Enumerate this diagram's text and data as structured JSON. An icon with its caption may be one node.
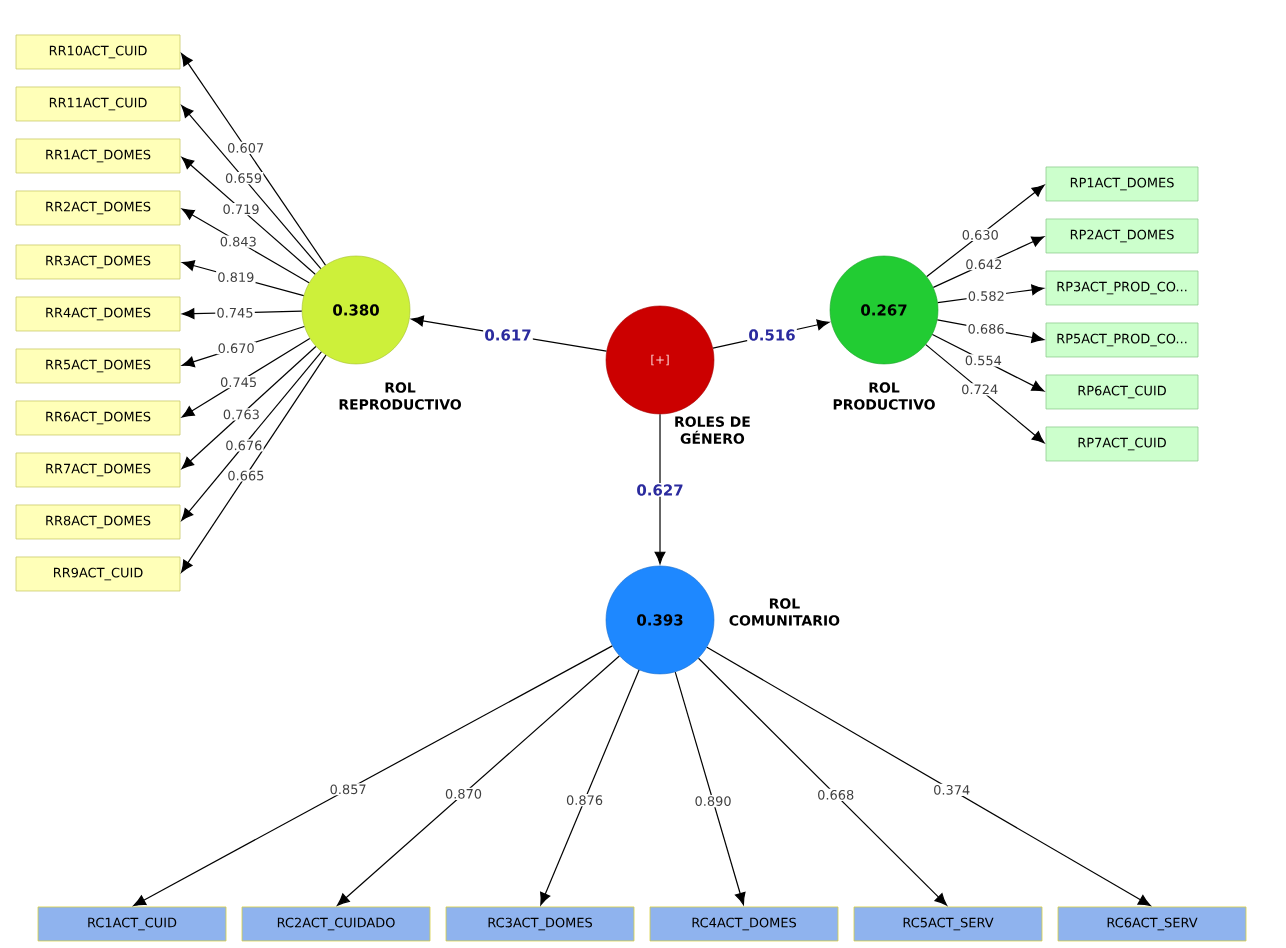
{
  "diagram": {
    "nodes": [
      {
        "text": [
          "[+]",
          "ROLES DE GÉNERO"
        ]
      },
      {
        "text": [
          "0.380",
          "ROL REPRODUCTIVO"
        ]
      },
      {
        "text": [
          "0.267",
          "ROL PRODUCTIVO"
        ]
      },
      {
        "text": [
          "0.393",
          "ROL COMUNITARIO"
        ]
      },
      {
        "text": [
          "RR10ACT_CUID"
        ]
      },
      {
        "text": [
          "RR11ACT_CUID"
        ]
      },
      {
        "text": [
          "RR1ACT_DOMES"
        ]
      },
      {
        "text": [
          "RR2ACT_DOMES"
        ]
      },
      {
        "text": [
          "RR3ACT_DOMES"
        ]
      },
      {
        "text": [
          "RR4ACT_DOMES"
        ]
      },
      {
        "text": [
          "RR5ACT_DOMES"
        ]
      },
      {
        "text": [
          "RR6ACT_DOMES"
        ]
      },
      {
        "text": [
          "RR7ACT_DOMES"
        ]
      },
      {
        "text": [
          "RR8ACT_DOMES"
        ]
      },
      {
        "text": [
          "RR9ACT_CUID"
        ]
      },
      {
        "text": [
          "RP1ACT_DOMES"
        ]
      },
      {
        "text": [
          "RP2ACT_DOMES"
        ]
      },
      {
        "text": [
          "RP3ACT_PROD_CO..."
        ]
      },
      {
        "text": [
          "RP5ACT_PROD_CO..."
        ]
      },
      {
        "text": [
          "RP6ACT_CUID"
        ]
      },
      {
        "text": [
          "RP7ACT_CUID"
        ]
      },
      {
        "text": [
          "RC1ACT_CUID"
        ]
      },
      {
        "text": [
          "RC2ACT_CUIDADO"
        ]
      },
      {
        "text": [
          "RC3ACT_DOMES"
        ]
      },
      {
        "text": [
          "RC4ACT_DOMES"
        ]
      },
      {
        "text": [
          "RC5ACT_SERV"
        ]
      },
      {
        "text": [
          "RC6ACT_SERV"
        ]
      }
    ],
    "edges": [
      {
        "from": 0,
        "to": 1,
        "arrow": "to",
        "label": "0.617"
      },
      {
        "from": 0,
        "to": 2,
        "arrow": "to",
        "label": "0.516"
      },
      {
        "from": 0,
        "to": 3,
        "arrow": "to",
        "label": "0.627"
      },
      {
        "from": 1,
        "to": 4,
        "arrow": "to",
        "label": "0.607"
      },
      {
        "from": 1,
        "to": 5,
        "arrow": "to",
        "label": "0.659"
      },
      {
        "from": 1,
        "to": 6,
        "arrow": "to",
        "label": "0.719"
      },
      {
        "from": 1,
        "to": 7,
        "arrow": "to",
        "label": "0.843"
      },
      {
        "from": 1,
        "to": 8,
        "arrow": "to",
        "label": "0.819"
      },
      {
        "from": 1,
        "to": 9,
        "arrow": "to",
        "label": "0.745"
      },
      {
        "from": 1,
        "to": 10,
        "arrow": "to",
        "label": "0.670"
      },
      {
        "from": 1,
        "to": 11,
        "arrow": "to",
        "label": "0.745"
      },
      {
        "from": 1,
        "to": 12,
        "arrow": "to",
        "label": "0.763"
      },
      {
        "from": 1,
        "to": 13,
        "arrow": "to",
        "label": "0.676"
      },
      {
        "from": 1,
        "to": 14,
        "arrow": "to",
        "label": "0.665"
      },
      {
        "from": 2,
        "to": 15,
        "arrow": "to",
        "label": "0.630"
      },
      {
        "from": 2,
        "to": 16,
        "arrow": "to",
        "label": "0.642"
      },
      {
        "from": 2,
        "to": 17,
        "arrow": "to",
        "label": "0.582"
      },
      {
        "from": 2,
        "to": 18,
        "arrow": "to",
        "label": "0.686"
      },
      {
        "from": 2,
        "to": 19,
        "arrow": "to",
        "label": "0.554"
      },
      {
        "from": 2,
        "to": 20,
        "arrow": "to",
        "label": "0.724"
      },
      {
        "from": 3,
        "to": 21,
        "arrow": "to",
        "label": "0.857"
      },
      {
        "from": 3,
        "to": 22,
        "arrow": "to",
        "label": "0.870"
      },
      {
        "from": 3,
        "to": 23,
        "arrow": "to",
        "label": "0.876"
      },
      {
        "from": 3,
        "to": 24,
        "arrow": "to",
        "label": "0.890"
      },
      {
        "from": 3,
        "to": 25,
        "arrow": "to",
        "label": "0.668"
      },
      {
        "from": 3,
        "to": 26,
        "arrow": "to",
        "label": "0.374"
      }
    ]
  }
}
